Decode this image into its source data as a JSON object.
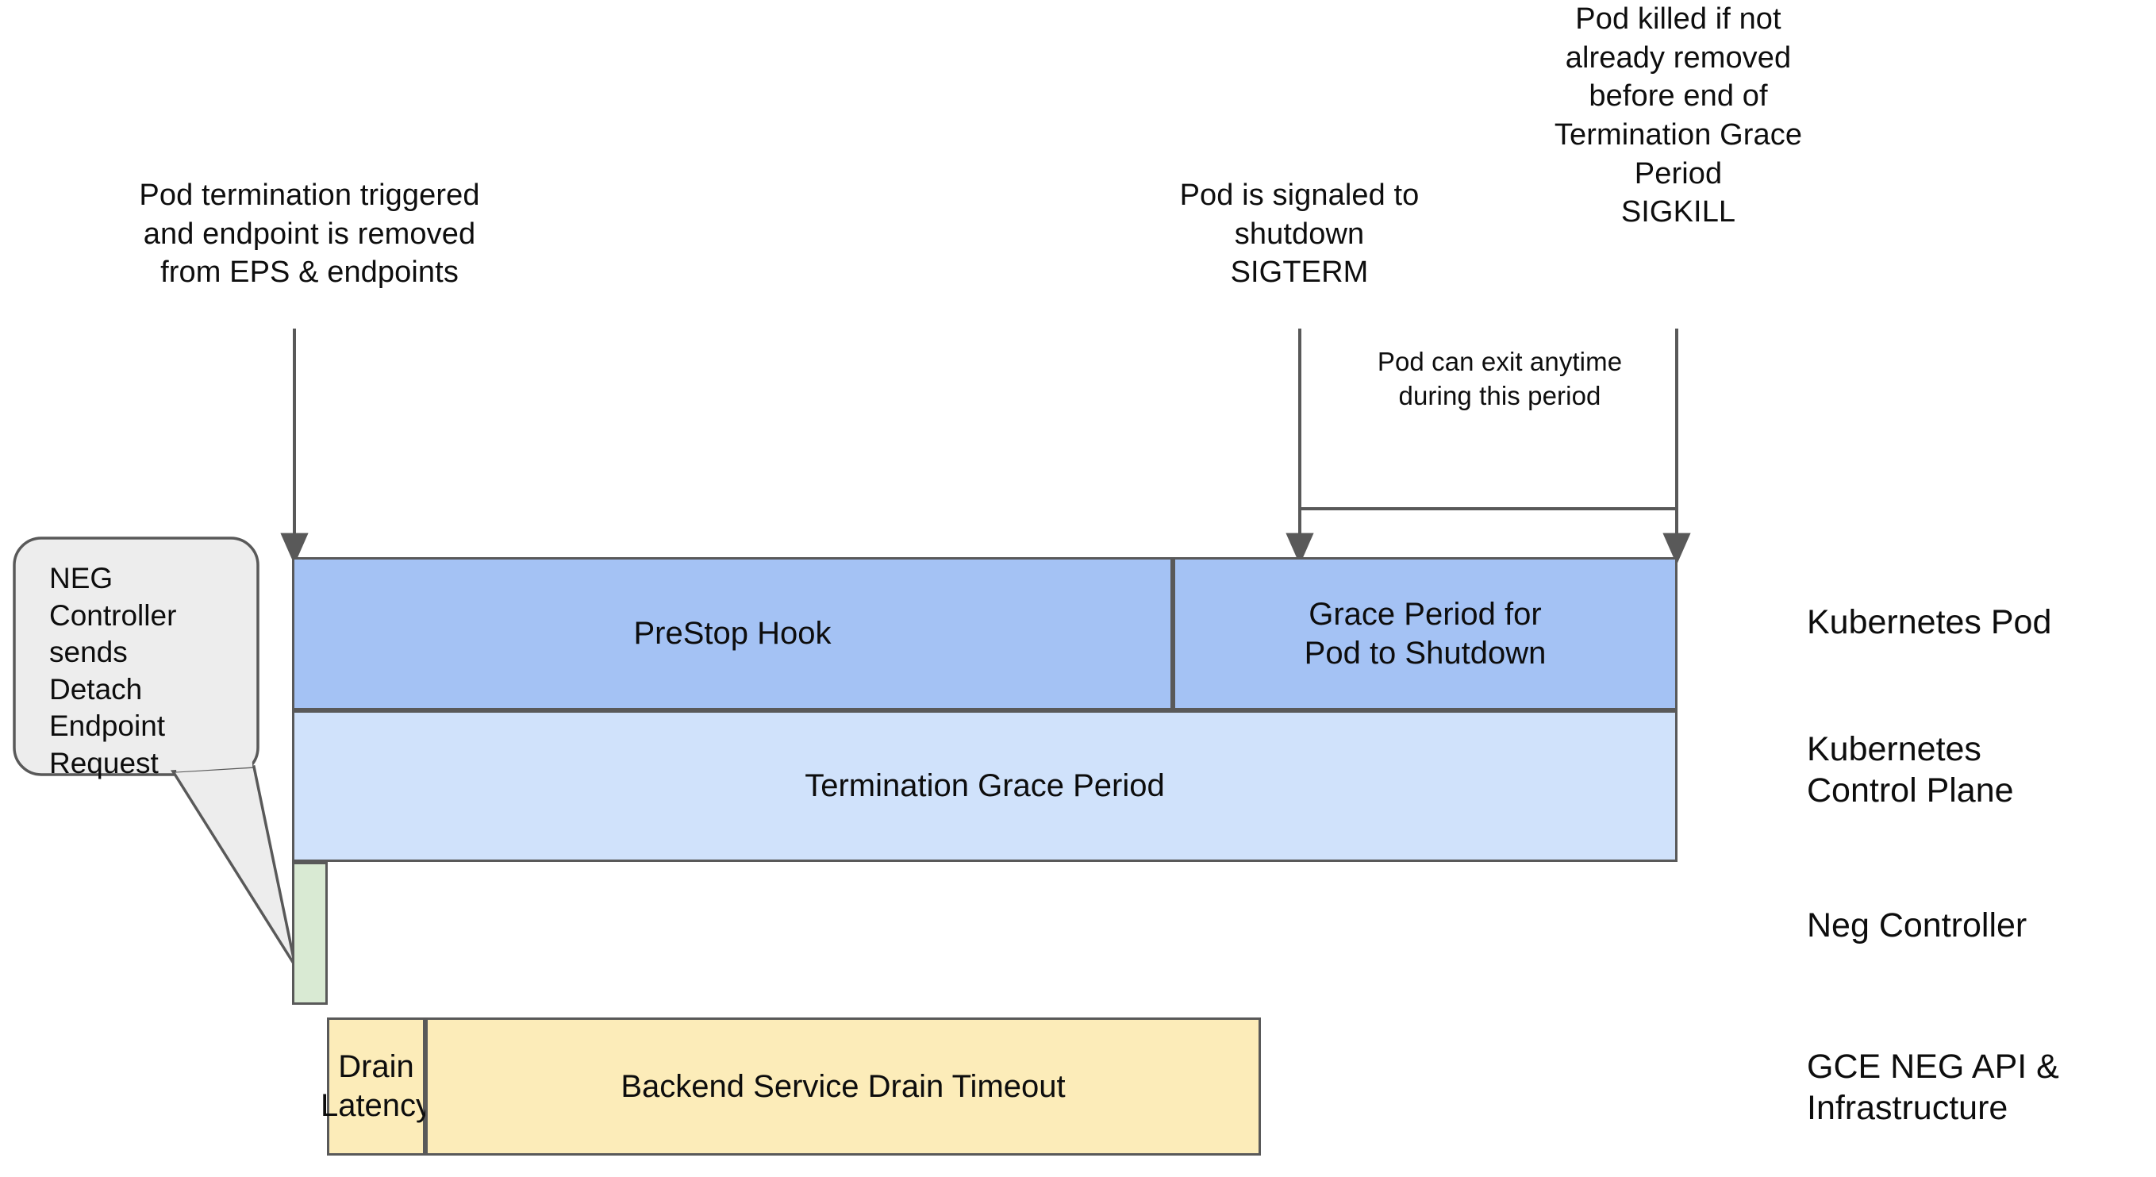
{
  "diagram": {
    "title_context": "Kubernetes Pod termination timeline with GCE NEG draining",
    "annotations": {
      "termination_trigger": "Pod termination triggered\nand endpoint is removed\nfrom EPS & endpoints",
      "sigterm": "Pod is signaled to\nshutdown\nSIGTERM",
      "sigkill": "Pod killed if not\nalready removed\nbefore end of\nTermination Grace\nPeriod\nSIGKILL",
      "pod_exit_window": "Pod can exit anytime\nduring this period"
    },
    "callout": {
      "text": "NEG\nController\nsends\nDetach\nEndpoint\nRequest",
      "fill": "#ededed",
      "stroke": "#595959"
    },
    "bars": [
      {
        "key": "prestop_hook",
        "label": "PreStop Hook",
        "lane": "Kubernetes Pod",
        "fill": "#a4c2f4",
        "stroke": "#595959"
      },
      {
        "key": "grace_period_shutdown",
        "label": "Grace Period for\nPod to Shutdown",
        "lane": "Kubernetes Pod",
        "fill": "#a4c2f4",
        "stroke": "#595959"
      },
      {
        "key": "termination_grace_period",
        "label": "Termination Grace Period",
        "lane": "Kubernetes Control Plane",
        "fill": "#d0e2fb",
        "stroke": "#595959"
      },
      {
        "key": "neg_detach",
        "label": "",
        "lane": "Neg Controller",
        "fill": "#d9ead3",
        "stroke": "#595959"
      },
      {
        "key": "drain_latency",
        "label": "Drain\nLatency",
        "lane": "GCE NEG API & Infrastructure",
        "fill": "#fcecb9",
        "stroke": "#595959"
      },
      {
        "key": "backend_service_drain_timeout",
        "label": "Backend Service Drain Timeout",
        "lane": "GCE NEG API & Infrastructure",
        "fill": "#fcecb9",
        "stroke": "#595959"
      }
    ],
    "lanes": [
      {
        "key": "pod",
        "label": "Kubernetes Pod"
      },
      {
        "key": "control_plane",
        "label": "Kubernetes\nControl Plane"
      },
      {
        "key": "neg_controller",
        "label": "Neg Controller"
      },
      {
        "key": "gce",
        "label": "GCE NEG API &\nInfrastructure"
      }
    ],
    "arrows": [
      {
        "key": "termination-trigger-arrow",
        "direction": "down"
      },
      {
        "key": "sigterm-arrow",
        "direction": "down"
      },
      {
        "key": "sigkill-arrow",
        "direction": "down"
      },
      {
        "key": "callout-pointer",
        "direction": "down-right"
      }
    ],
    "colors": {
      "pod_bar": "#a4c2f4",
      "control_plane_bar": "#d0e2fb",
      "neg_bar": "#d9ead3",
      "gce_bar": "#fcecb9",
      "stroke": "#595959",
      "callout_fill": "#ededed",
      "text": "#0d0d0d",
      "background": "#ffffff"
    }
  }
}
